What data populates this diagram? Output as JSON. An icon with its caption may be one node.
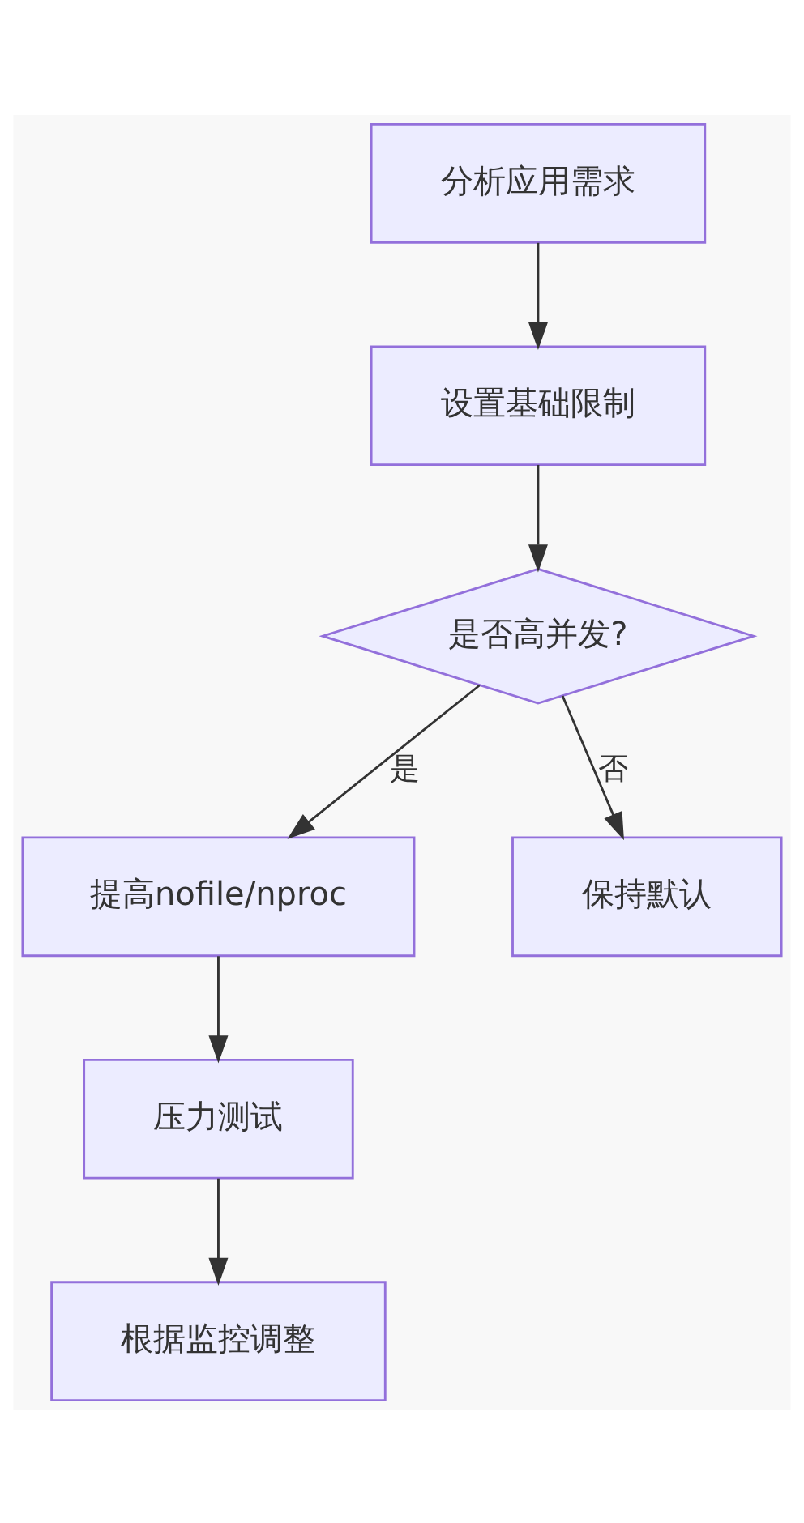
{
  "diagram": {
    "nodes": [
      {
        "text": [
          "分析应用需求"
        ]
      },
      {
        "text": [
          "设置基础限制"
        ]
      },
      {
        "text": [
          "是否高并发?"
        ]
      },
      {
        "text": [
          "提高nofile/nproc"
        ]
      },
      {
        "text": [
          "保持默认"
        ]
      },
      {
        "text": [
          "压力测试"
        ]
      },
      {
        "text": [
          "根据监控调整"
        ]
      }
    ],
    "edges": [
      {
        "from": 0,
        "to": 1,
        "arrow": "to"
      },
      {
        "from": 1,
        "to": 2,
        "arrow": "to"
      },
      {
        "from": 2,
        "to": 3,
        "arrow": "to",
        "label": "是"
      },
      {
        "from": 2,
        "to": 4,
        "arrow": "to",
        "label": "否"
      },
      {
        "from": 3,
        "to": 5,
        "arrow": "to"
      },
      {
        "from": 5,
        "to": 6,
        "arrow": "to"
      }
    ]
  }
}
